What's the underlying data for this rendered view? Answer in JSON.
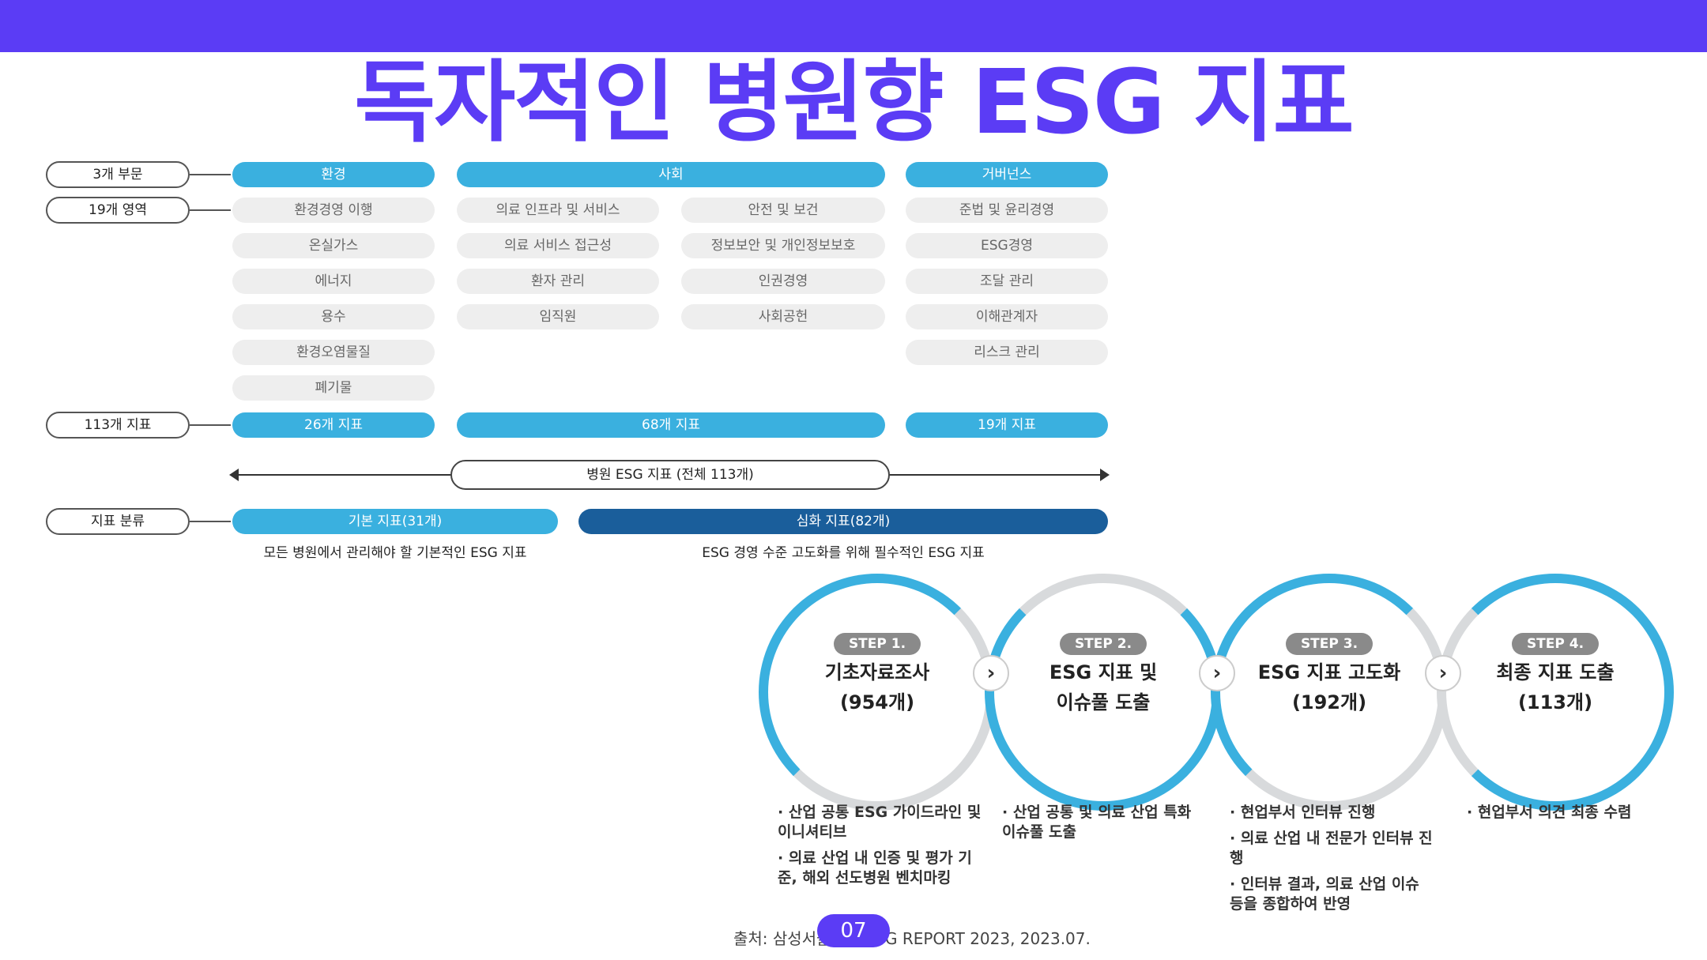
{
  "title": "독자적인 병원향 ESG 지표",
  "colors": {
    "accent": "#5b3cf5",
    "blue": "#3ab0df",
    "dark_blue": "#1a5e9b",
    "gray": "#eeeeee"
  },
  "row_labels": [
    "3개 부문",
    "19개 영역",
    "113개 지표",
    "지표 분류"
  ],
  "sectors": [
    "환경",
    "사회",
    "거버넌스"
  ],
  "environment_areas": [
    "환경경영 이행",
    "온실가스",
    "에너지",
    "용수",
    "환경오염물질",
    "폐기물"
  ],
  "social_areas_left": [
    "의료 인프라 및 서비스",
    "의료 서비스 접근성",
    "환자 관리",
    "임직원"
  ],
  "social_areas_right": [
    "안전 및 보건",
    "정보보안 및 개인정보보호",
    "인권경영",
    "사회공헌"
  ],
  "governance_areas": [
    "준법 및 윤리경영",
    "ESG경영",
    "조달 관리",
    "이해관계자",
    "리스크 관리"
  ],
  "indicator_counts": [
    "26개 지표",
    "68개 지표",
    "19개 지표"
  ],
  "total_label": "병원 ESG 지표 (전체 113개)",
  "classification": {
    "basic": "기본 지표(31개)",
    "advanced": "심화 지표(82개)",
    "basic_desc": "모든 병원에서 관리해야 할 기본적인 ESG 지표",
    "advanced_desc": "ESG 경영 수준 고도화를 위해 필수적인 ESG 지표"
  },
  "steps": [
    {
      "tag": "STEP 1.",
      "line1": "기초자료조사",
      "line2": "(954개)"
    },
    {
      "tag": "STEP 2.",
      "line1": "ESG 지표 및",
      "line2": "이슈풀 도출"
    },
    {
      "tag": "STEP 3.",
      "line1": "ESG 지표 고도화",
      "line2": "(192개)"
    },
    {
      "tag": "STEP 4.",
      "line1": "최종 지표 도출",
      "line2": "(113개)"
    }
  ],
  "chevron": "›",
  "step_bullets": {
    "s1": [
      "· 산업 공통 ESG 가이드라인 및 이니셔티브",
      "· 의료 산업 내 인증 및 평가 기준, 해외 선도병원 벤치마킹"
    ],
    "s2": [
      "· 산업 공통 및 의료 산업 특화 이슈풀 도출"
    ],
    "s3": [
      "· 현업부서 인터뷰 진행",
      "· 의료 산업 내 전문가 인터뷰 진행",
      "· 인터뷰 결과, 의료 산업 이슈 등을 종합하여 반영"
    ],
    "s4": [
      "· 현업부서 의견 최종 수렴"
    ]
  },
  "source": "출처: 삼성서울병원 ESG REPORT 2023, 2023.07.",
  "page_number": "07"
}
